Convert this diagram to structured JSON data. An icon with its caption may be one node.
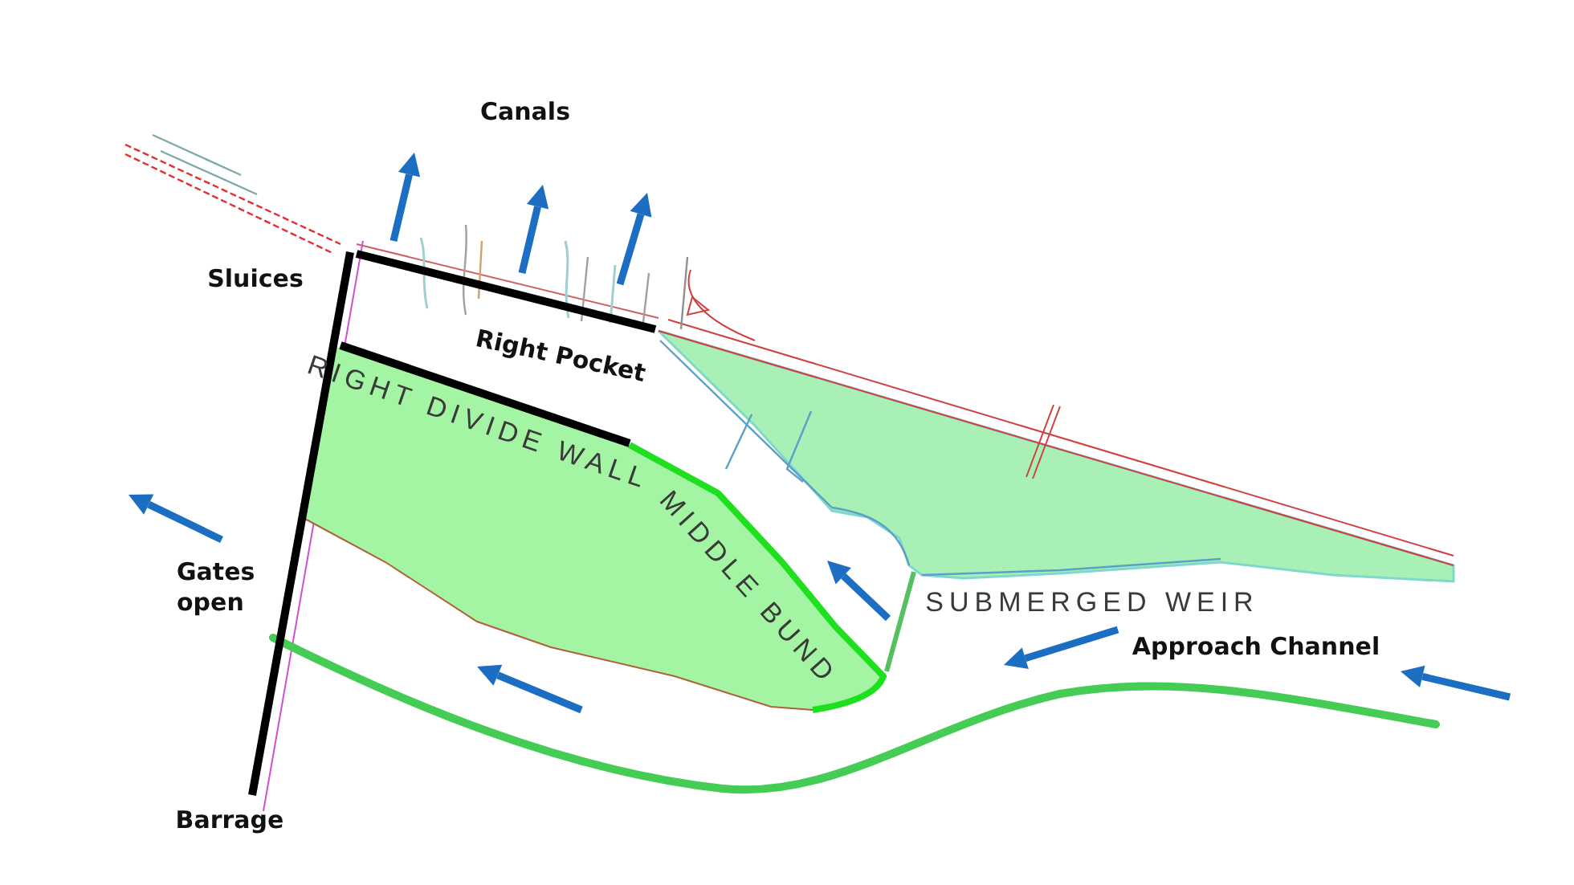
{
  "diagram": {
    "labels": [
      "Canals",
      "Sluices",
      "Right Pocket",
      "RIGHT DIVIDE WALL",
      "MIDDLE BUND",
      "Gates open",
      "SUBMERGED WEIR",
      "Approach Channel",
      "Barrage"
    ]
  }
}
